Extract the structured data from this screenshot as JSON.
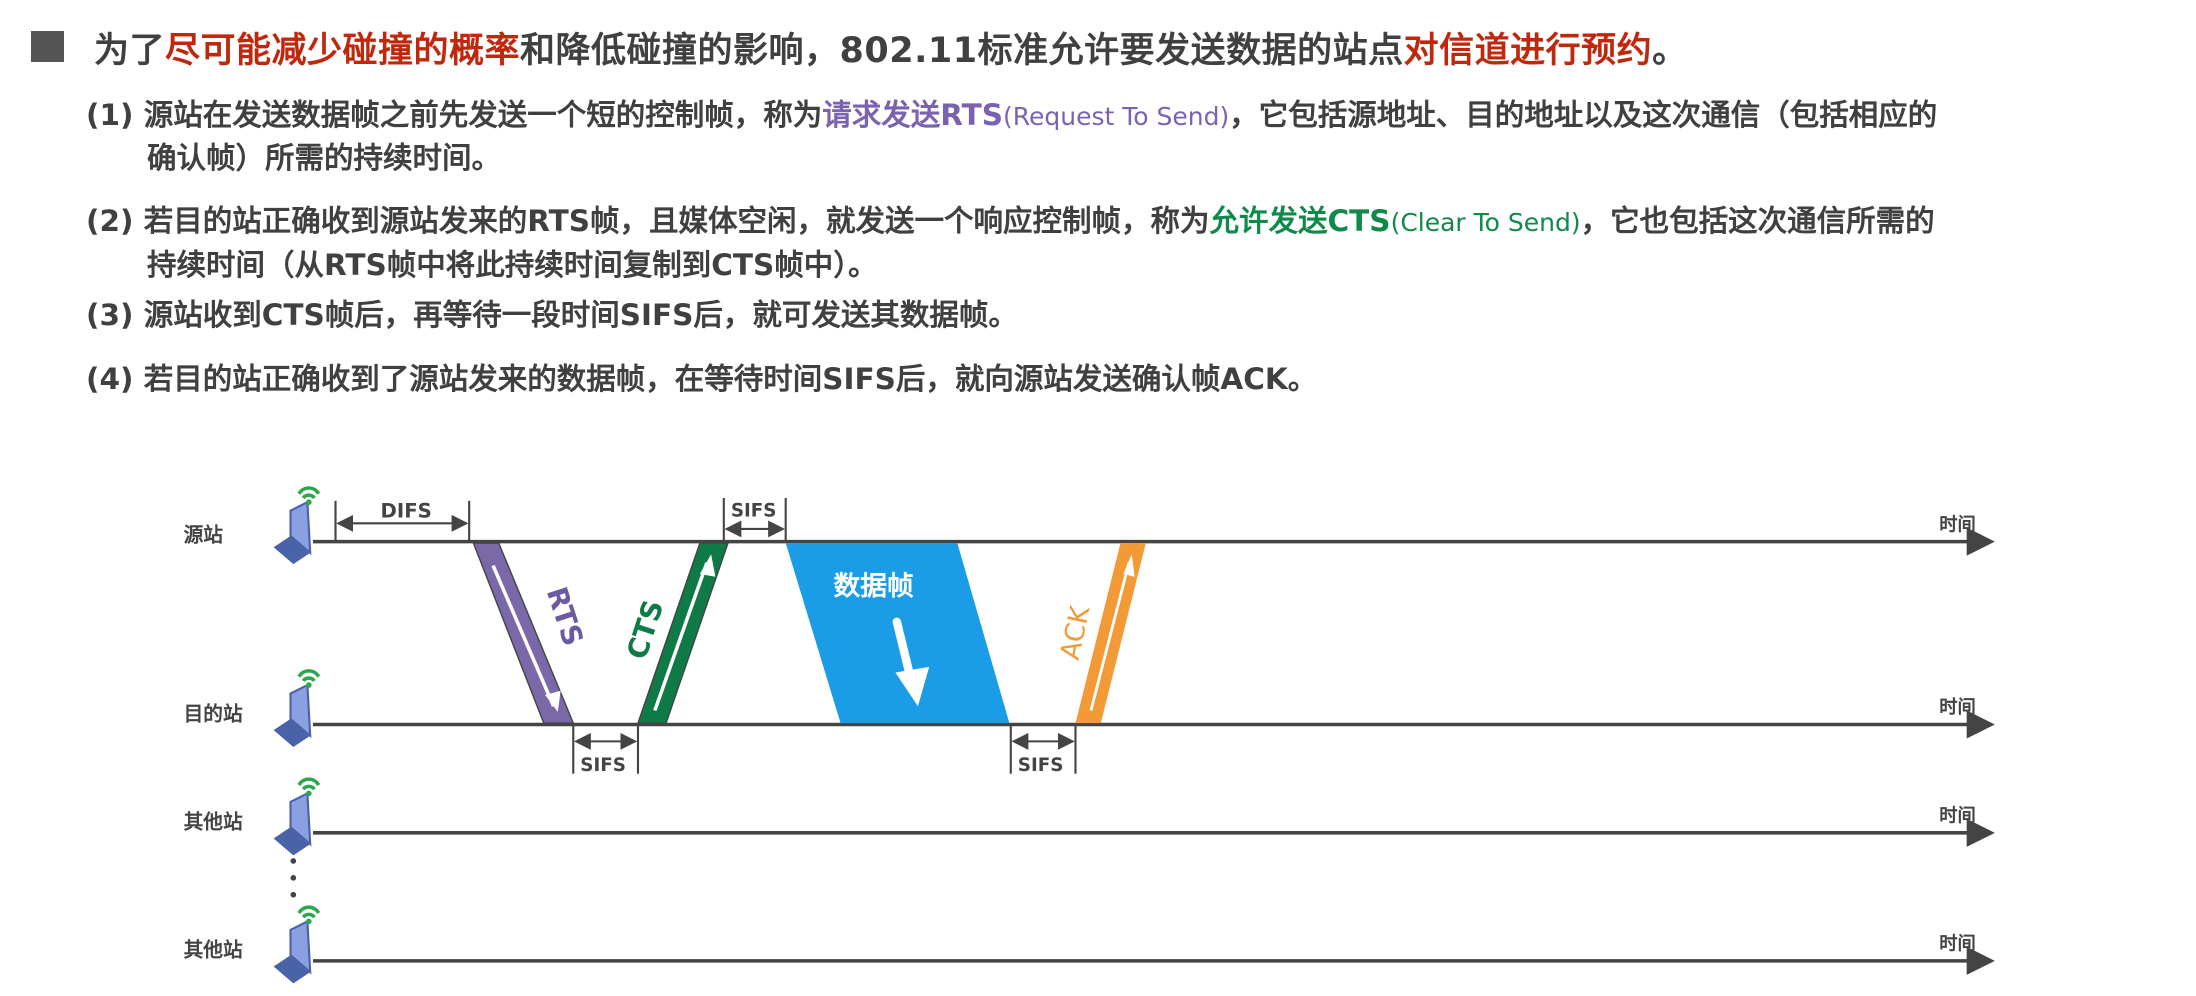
{
  "title": {
    "prefix": "为了",
    "highlight1": "尽可能减少碰撞的概率",
    "middle": "和降低碰撞的影响，802.11标准允许要发送数据的站点",
    "highlight2": "对信道进行预约",
    "suffix": "。"
  },
  "items": [
    {
      "line1_a": "(1) 源站在发送数据帧之前先发送一个短的控制帧，称为",
      "term": "请求发送RTS",
      "expansion": "(Request To Send)",
      "line1_b": "，它包括源地址、目的地址以及这次通信（包括相应的",
      "line2": "确认帧）所需的持续时间。"
    },
    {
      "line1_a": "(2) 若目的站正确收到源站发来的RTS帧，且媒体空闲，就发送一个响应控制帧，称为",
      "term": "允许发送CTS",
      "expansion": "(Clear To Send)",
      "line1_b": "，它也包括这次通信所需的",
      "line2": "持续时间（从RTS帧中将此持续时间复制到CTS帧中）。"
    },
    {
      "line1_a": "(3) 源站收到CTS帧后，再等待一段时间SIFS后，就可发送其数据帧。"
    },
    {
      "line1_a": "(4) 若目的站正确收到了源站发来的数据帧，在等待时间SIFS后，就向源站发送确认帧ACK。"
    }
  ],
  "diagram": {
    "stations": [
      "源站",
      "目的站",
      "其他站",
      "其他站"
    ],
    "time_label": "时间",
    "difs": "DIFS",
    "sifs": "SIFS",
    "frames": {
      "rts": "RTS",
      "cts": "CTS",
      "data": "数据帧",
      "ack": "ACK"
    },
    "colors": {
      "rts": "#7b68a8",
      "cts": "#0e7a45",
      "data": "#1b9ce6",
      "ack": "#f29a35",
      "highlight_red": "#c0280e"
    }
  }
}
